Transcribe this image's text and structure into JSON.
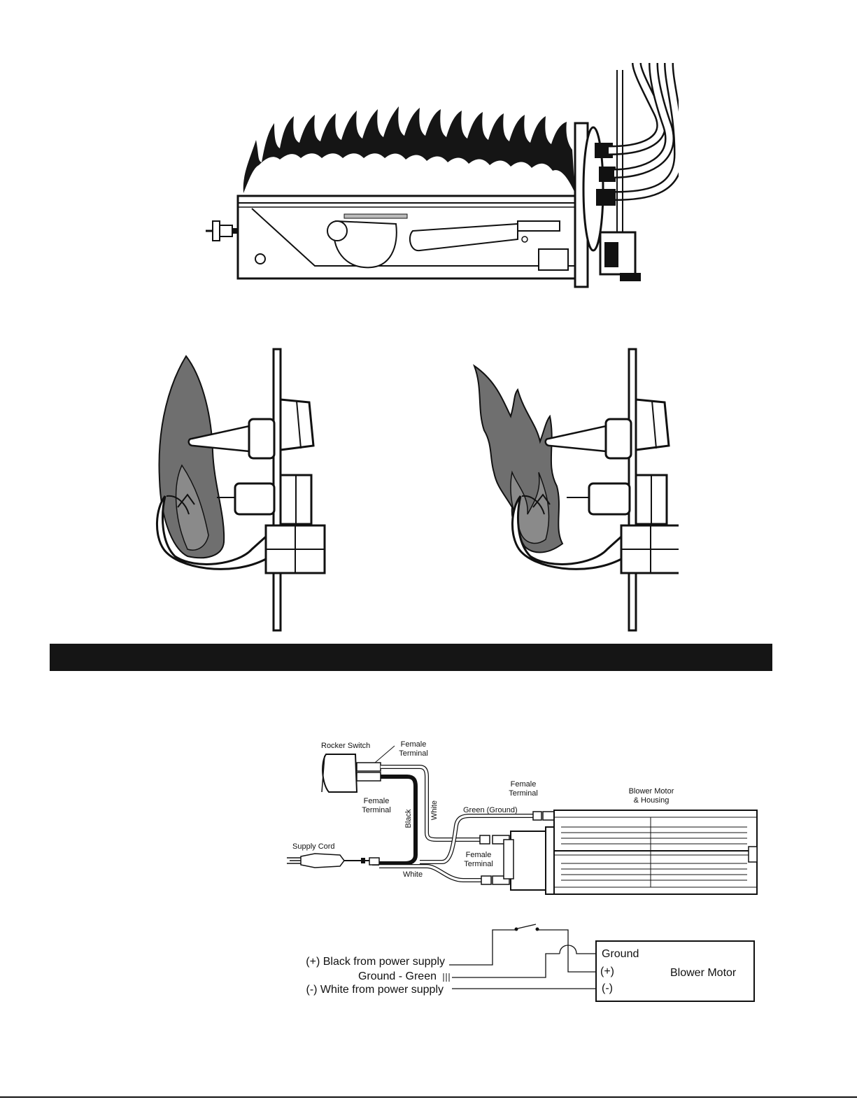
{
  "wiring": {
    "rocker_switch": "Rocker Switch",
    "female_terminal_top": [
      "Female",
      "Terminal"
    ],
    "female_terminal_left": [
      "Female",
      "Terminal"
    ],
    "female_terminal_mid": [
      "Female",
      "Terminal"
    ],
    "female_terminal_right": [
      "Female",
      "Terminal"
    ],
    "white_wire_top": "White",
    "black_wire": "Black",
    "green_ground": "Green (Ground)",
    "blower_motor_housing": [
      "Blower Motor",
      "& Housing"
    ],
    "supply_cord": "Supply Cord",
    "white_wire_bottom": "White"
  },
  "schematic": {
    "black_supply": "(+) Black from power supply",
    "ground_green": "Ground - Green",
    "white_supply": "(-) White from power supply",
    "ground": "Ground",
    "plus": "(+)",
    "minus": "(-)",
    "blower_motor": "Blower Motor"
  },
  "colors": {
    "bar": "#151515",
    "flame": "#6f6f6f",
    "line": "#111111"
  }
}
